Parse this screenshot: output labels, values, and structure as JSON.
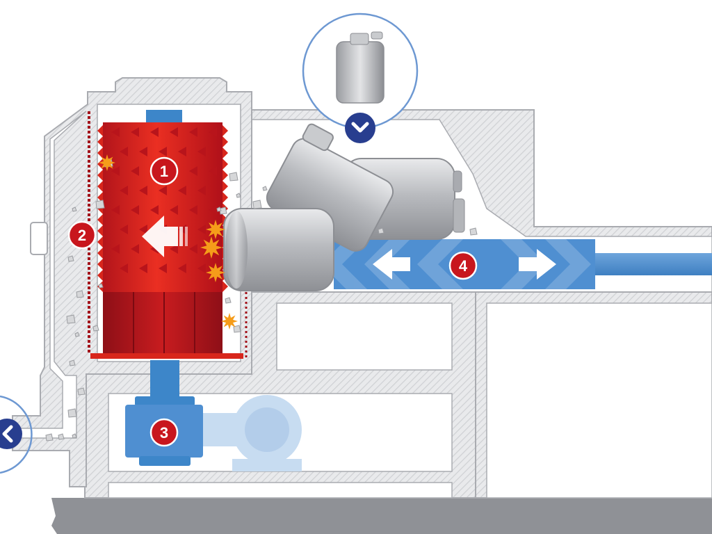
{
  "diagram": {
    "callouts": [
      {
        "id": "1",
        "text": "1"
      },
      {
        "id": "2",
        "text": "2"
      },
      {
        "id": "3",
        "text": "3"
      },
      {
        "id": "4",
        "text": "4"
      }
    ],
    "icons": {
      "feed_indicator": "chevron-down-icon",
      "discharge_indicator": "chevron-left-icon",
      "container": "canister-icon",
      "rotor_direction": "arrow-left-icon",
      "pusher_direction": "double-arrow-icon"
    },
    "colors": {
      "rotor_red": "#d8261c",
      "rotor_dark": "#a3121a",
      "badge_red": "#c8161d",
      "hydraulic_blue": "#4f8fd1",
      "shaft_blue": "#3d86c9",
      "motor_light_blue": "#c7dcf1",
      "indicator_navy": "#283e8f",
      "housing_grey": "#a9abb0",
      "floor_grey": "#8f9196",
      "spark_orange": "#f59c1a"
    }
  }
}
